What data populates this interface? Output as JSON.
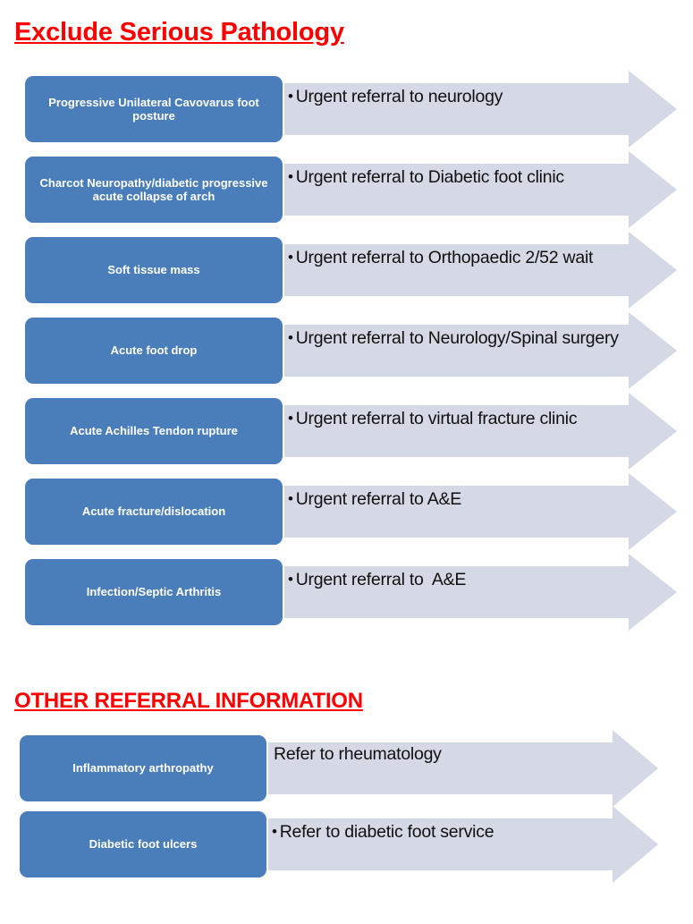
{
  "document": {
    "background_color": "#FFFFFF",
    "pill_color": "#4A7EBB",
    "arrow_color": "#D4D9E5",
    "heading_color": "#FF0000",
    "pill_text_color": "#FFFFFF",
    "arrow_text_color": "#101010"
  },
  "sections": [
    {
      "heading": "Exclude Serious Pathology",
      "rows": [
        {
          "condition": "Progressive Unilateral Cavovarus foot posture",
          "action": "Urgent referral to neurology",
          "bullet": "•",
          "has_bullet": true
        },
        {
          "condition": "Charcot Neuropathy/diabetic progressive acute collapse of arch",
          "action": "Urgent referral to Diabetic foot clinic",
          "bullet": "•",
          "has_bullet": true
        },
        {
          "condition": "Soft tissue mass",
          "action": "Urgent referral to Orthopaedic 2/52 wait",
          "bullet": "•",
          "has_bullet": true
        },
        {
          "condition": "Acute foot drop",
          "action": "Urgent referral to Neurology/Spinal surgery",
          "bullet": "•",
          "has_bullet": true
        },
        {
          "condition": "Acute Achilles Tendon rupture",
          "action": "Urgent referral to virtual fracture clinic",
          "bullet": "•",
          "has_bullet": true
        },
        {
          "condition": "Acute fracture/dislocation",
          "action": "Urgent referral to A&E",
          "bullet": "•",
          "has_bullet": true
        },
        {
          "condition": "Infection/Septic Arthritis",
          "action": "Urgent referral to  A&E",
          "bullet": "•",
          "has_bullet": true
        }
      ]
    },
    {
      "heading": "OTHER REFERRAL INFORMATION",
      "rows": [
        {
          "condition": "Inflammatory arthropathy",
          "action": "Refer to rheumatology",
          "bullet": "",
          "has_bullet": false
        },
        {
          "condition": "Diabetic foot ulcers",
          "action": "Refer to diabetic foot service",
          "bullet": "•",
          "has_bullet": true
        }
      ]
    }
  ]
}
